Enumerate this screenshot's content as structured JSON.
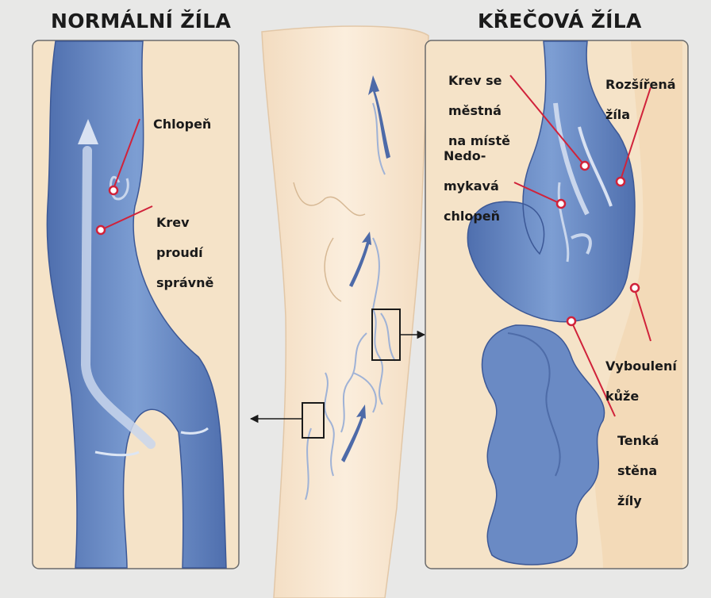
{
  "panels": {
    "normal": {
      "title": "NORMÁLNÍ ŽÍLA",
      "labels": {
        "valve": "Chlopeň",
        "flow": [
          "Krev",
          "proudí",
          "správně"
        ]
      }
    },
    "varicose": {
      "title": "KŘEČOVÁ ŽÍLA",
      "labels": {
        "pooling": [
          "Krev se",
          "městná",
          "na místě"
        ],
        "dilated": [
          "Rozšířená",
          "žíla"
        ],
        "valve": [
          "Nedo-",
          "mykavá",
          "chlopeň"
        ],
        "bulge": [
          "Vyboulení",
          "kůže"
        ],
        "wall": [
          "Tenká",
          "stěna",
          "žíly"
        ]
      }
    }
  },
  "colors": {
    "background": "#e8e8e7",
    "skin": "#f7e6cf",
    "vein": "#6d8fc6",
    "vein_dark": "#4b6aa5",
    "pointer": "#d0223a"
  }
}
